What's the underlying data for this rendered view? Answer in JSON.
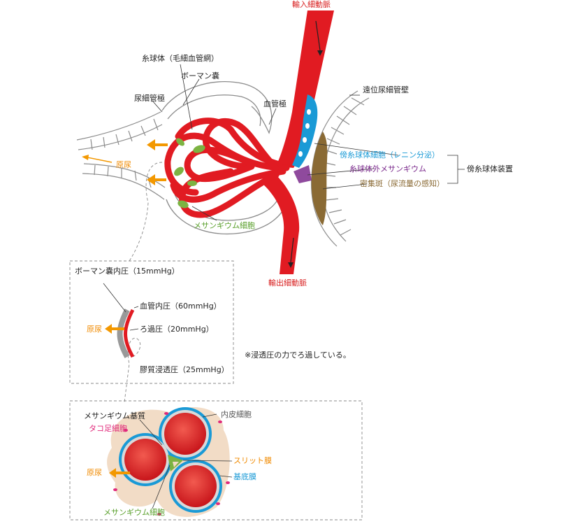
{
  "labels": {
    "afferent": "輸入細動脈",
    "efferent": "輸出細動脈",
    "glomerulus": "糸球体（毛細血管網）",
    "bowman": "ボーマン嚢",
    "urinary_pole": "尿細管極",
    "vascular_pole": "血管極",
    "distal_tubule_wall": "遠位尿細管壁",
    "juxtaglomerular_cell": "傍糸球体細胞（レニン分泌）",
    "extraglomerular_mesangium": "糸球体外メサンギウム",
    "macula_densa": "密集斑（尿流量の感知）",
    "jga": "傍糸球体装置",
    "primary_urine": "原尿",
    "mesangial_cell": "メサンギウム細胞"
  },
  "pressure_box": {
    "bowman_pressure": "ボーマン嚢内圧（15mmHg）",
    "capillary_pressure": "血管内圧（60mmHg）",
    "filtration_pressure": "ろ過圧（20mmHg）",
    "oncotic_pressure": "膠質浸透圧（25mmHg）",
    "primary_urine": "原尿",
    "note": "※浸透圧の力でろ過している。"
  },
  "cross_section_box": {
    "mesangial_matrix": "メサンギウム基質",
    "podocyte": "タコ足細胞",
    "endothelial_cell": "内皮細胞",
    "slit_membrane": "スリット膜",
    "basement_membrane": "基底膜",
    "primary_urine": "原尿",
    "mesangial_cell": "メサンギウム細胞"
  },
  "colors": {
    "vessel": "#e11b22",
    "urine_arrow": "#f39800",
    "juxtaglomerular": "#1a9ad6",
    "macula_densa": "#8a6a34",
    "mesangial": "#7cb342",
    "podocyte": "#e0287a",
    "matrix": "#f2dcc6"
  }
}
